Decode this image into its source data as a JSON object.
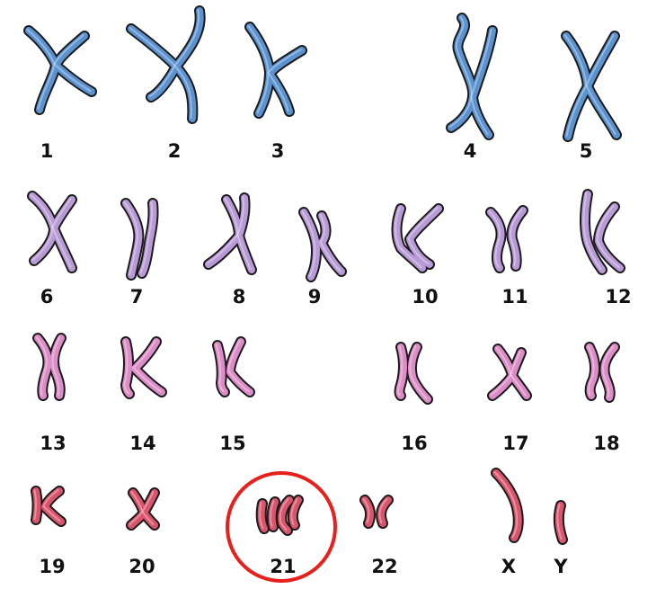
{
  "labels": {
    "c1": "1",
    "c2": "2",
    "c3": "3",
    "c4": "4",
    "c5": "5",
    "c6": "6",
    "c7": "7",
    "c8": "8",
    "c9": "9",
    "c10": "10",
    "c11": "11",
    "c12": "12",
    "c13": "13",
    "c14": "14",
    "c15": "15",
    "c16": "16",
    "c17": "17",
    "c18": "18",
    "c19": "19",
    "c20": "20",
    "c21": "21",
    "c22": "22",
    "cX": "X",
    "cY": "Y"
  },
  "colors": {
    "row1": "#5b92d0",
    "row2": "#b89ad6",
    "row3": "#dc8cc6",
    "row4": "#d9556c",
    "outline": "#1b1b1b",
    "highlight-circle": "#e8201c"
  }
}
